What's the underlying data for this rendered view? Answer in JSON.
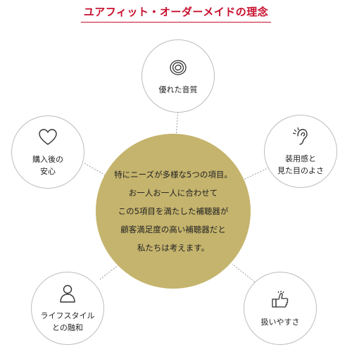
{
  "title": "ユアフィット・オーダーメイドの理念",
  "center_text": "特にニーズが多様な5つの項目。\nお一人お一人に合わせて\nこの5項目を満たした補聴器が\n顧客満足度の高い補聴器だと\n私たちは考えます。",
  "nodes": {
    "sound": {
      "label": "優れた音質",
      "icon": "sound-coil-icon"
    },
    "appearance": {
      "label": "装用感と\n見た目のよさ",
      "icon": "ear-icon"
    },
    "aftercare": {
      "label": "購入後の\n安心",
      "icon": "heart-icon"
    },
    "lifestyle": {
      "label": "ライフスタイル\nとの融和",
      "icon": "person-icon"
    },
    "ease": {
      "label": "扱いやすさ",
      "icon": "thumbs-up-icon"
    }
  },
  "colors": {
    "accent": "#c8102e",
    "center": "#c5b46d",
    "line": "#9a9a9a"
  }
}
